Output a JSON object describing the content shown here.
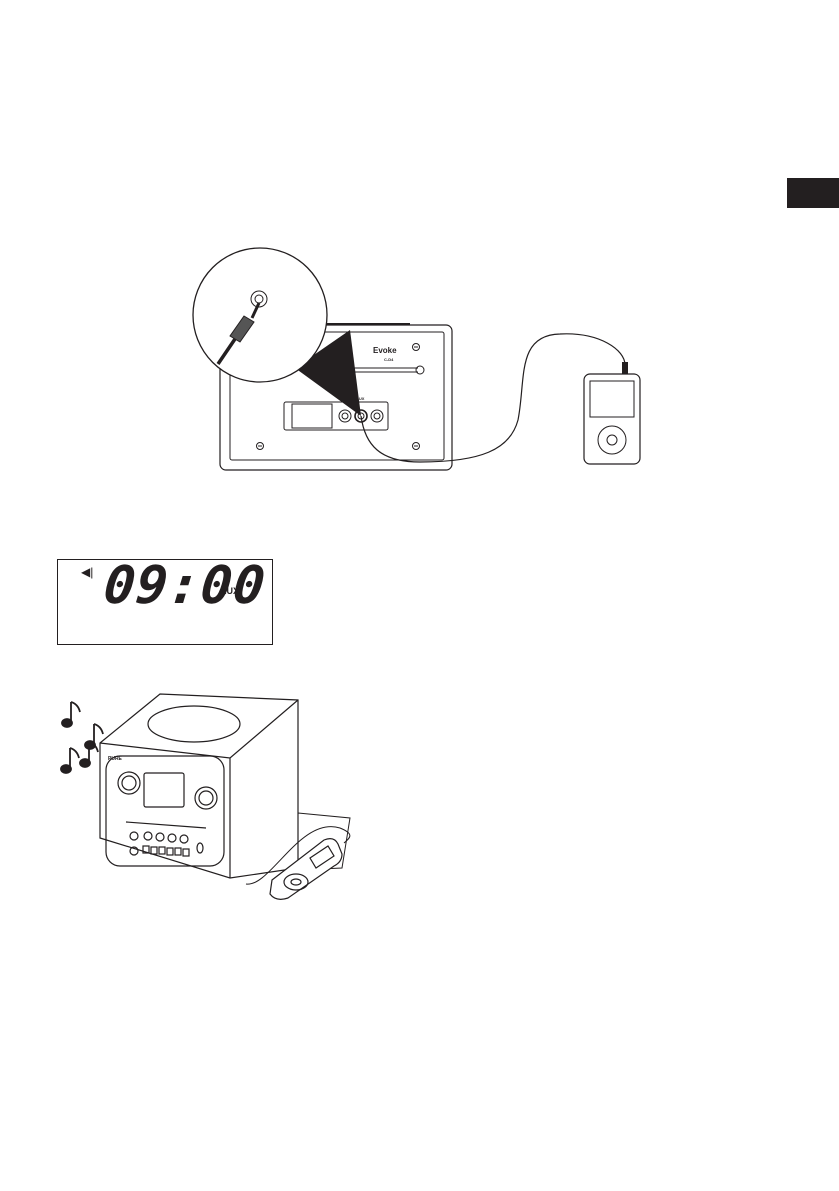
{
  "page": {
    "tab_color": "#231f20"
  },
  "figure1": {
    "radio_brand": "Evoke",
    "radio_model": "C-D4",
    "socket_label": "AUX"
  },
  "display": {
    "volume_icon": "speaker-volume-icon",
    "time": "09:00",
    "mode": "AUX"
  },
  "figure2": {
    "brand": "PURE",
    "music_icon": "music-notes-icon"
  }
}
